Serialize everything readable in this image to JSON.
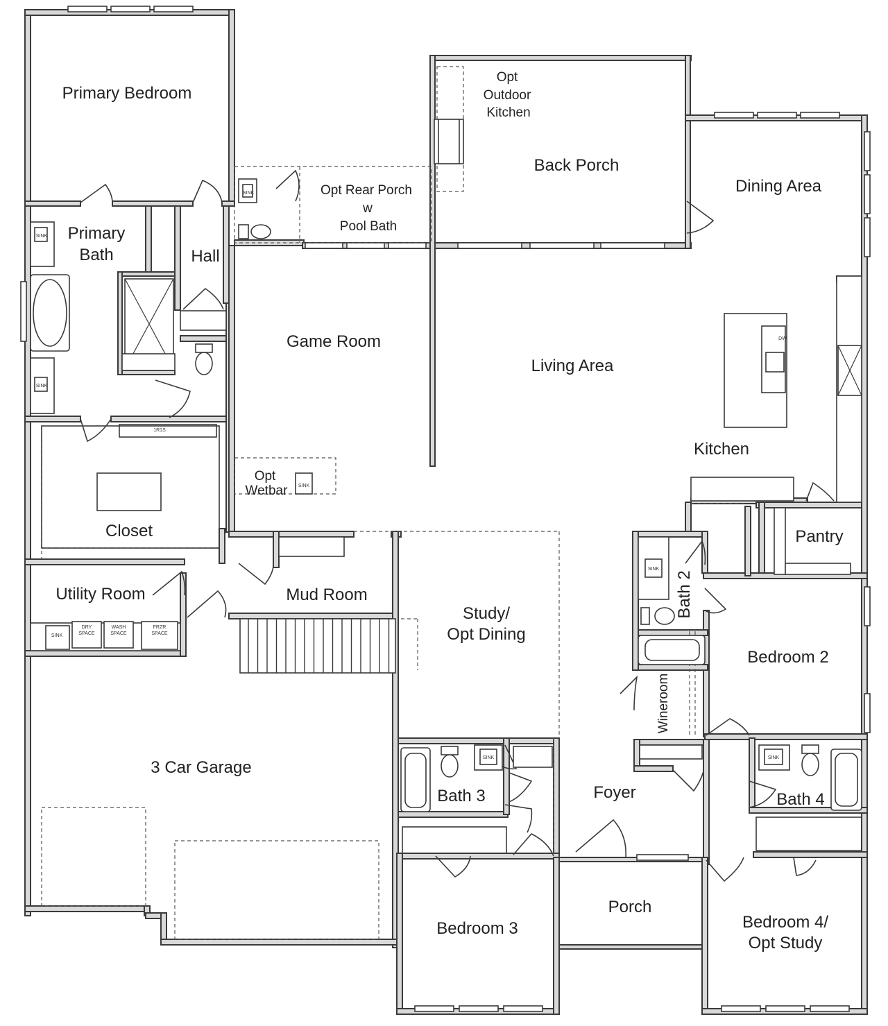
{
  "rooms": {
    "primary_bedroom": "Primary Bedroom",
    "primary_bath_1": "Primary",
    "primary_bath_2": "Bath",
    "hall": "Hall",
    "opt_rear_porch_1": "Opt Rear Porch",
    "opt_rear_porch_2": "w",
    "opt_rear_porch_3": "Pool Bath",
    "opt_outdoor_kitchen_1": "Opt",
    "opt_outdoor_kitchen_2": "Outdoor",
    "opt_outdoor_kitchen_3": "Kitchen",
    "back_porch": "Back Porch",
    "dining_area": "Dining Area",
    "game_room": "Game Room",
    "living_area": "Living Area",
    "kitchen": "Kitchen",
    "opt_wetbar_1": "Opt",
    "opt_wetbar_2": "Wetbar",
    "closet": "Closet",
    "pantry": "Pantry",
    "utility_room": "Utility Room",
    "mud_room": "Mud Room",
    "study_1": "Study/",
    "study_2": "Opt Dining",
    "bath_2": "Bath 2",
    "bedroom_2": "Bedroom 2",
    "wineroom": "Wineroom",
    "garage": "3 Car Garage",
    "bath_3": "Bath 3",
    "foyer": "Foyer",
    "bath_4": "Bath 4",
    "porch": "Porch",
    "bedroom_3": "Bedroom 3",
    "bedroom_4_1": "Bedroom 4/",
    "bedroom_4_2": "Opt Study"
  },
  "fixture_labels": {
    "sink": "SINK",
    "dry_space_1": "DRY",
    "dry_space_2": "SPACE",
    "wash_space_1": "WASH",
    "wash_space_2": "SPACE",
    "frzr_space_1": "FRZR",
    "frzr_space_2": "SPACE",
    "dw": "DW",
    "shelf": "1R1S"
  }
}
